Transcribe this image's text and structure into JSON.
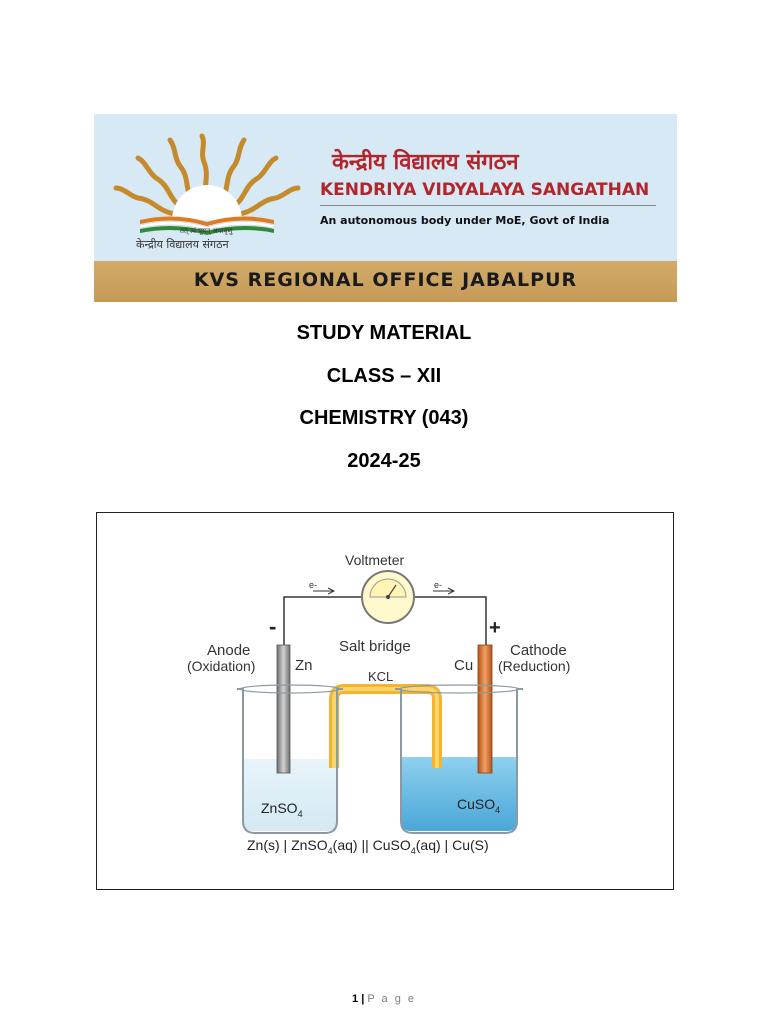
{
  "banner": {
    "logo_motto": "तत् त्वं पूषन् अपावृणु",
    "logo_name": "केन्द्रीय विद्यालय संगठन",
    "org_name_hindi": "केन्द्रीय विद्यालय संगठन",
    "org_name_english": "KENDRIYA VIDYALAYA SANGATHAN",
    "org_subtitle": "An autonomous body under MoE, Govt of India",
    "region_title": "KVS REGIONAL OFFICE JABALPUR",
    "colors": {
      "top_bg": "#d7e9f4",
      "bottom_bg": "#c9a05c",
      "brand_red": "#b2252b",
      "rays": "#c58a2b"
    }
  },
  "titles": {
    "line1": "STUDY MATERIAL",
    "line2": "CLASS – XII",
    "line3": "CHEMISTRY (043)",
    "line4": "2024-25"
  },
  "figure": {
    "voltmeter_label": "Voltmeter",
    "electron_left": "e-",
    "electron_right": "e-",
    "minus_sign": "-",
    "plus_sign": "+",
    "anode_label": "Anode",
    "anode_sub": "(Oxidation)",
    "anode_metal": "Zn",
    "salt_bridge_label": "Salt bridge",
    "salt_bridge_content": "KCL",
    "cathode_metal": "Cu",
    "cathode_label": "Cathode",
    "cathode_sub": "(Reduction)",
    "left_solution": "ZnSO",
    "left_solution_sub": "4",
    "right_solution": "CuSO",
    "right_solution_sub": "4",
    "notation_a": "Zn(s) | ZnSO",
    "notation_sub1": "4",
    "notation_b": "(aq) || CuSO",
    "notation_sub2": "4",
    "notation_c": "(aq) | Cu(S)"
  },
  "footer": {
    "page_number": "1",
    "separator": "|",
    "page_word": "P a g e"
  }
}
